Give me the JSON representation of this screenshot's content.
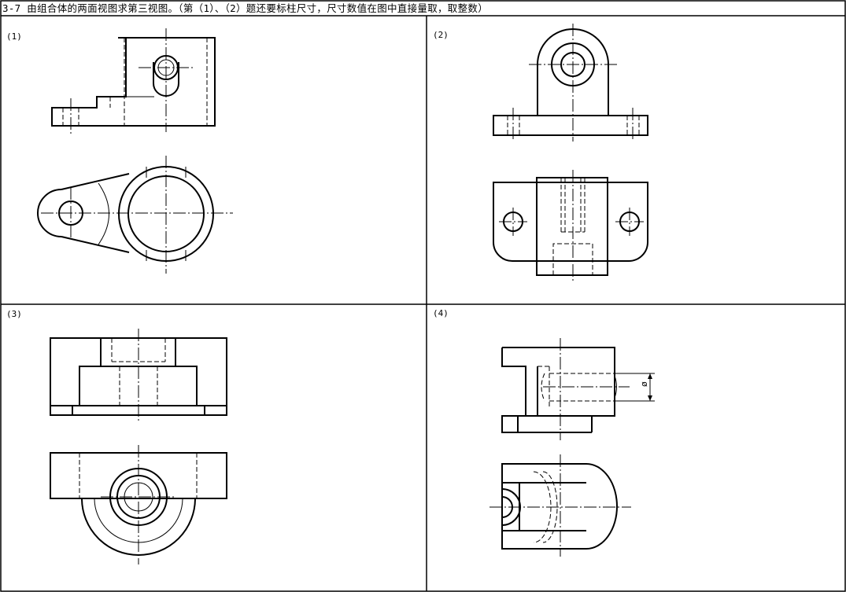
{
  "header": {
    "title": "3-7 由组合体的两面视图求第三视图。（第（1）、（2）题还要标柱尺寸，尺寸数值在图中直接量取，取整数）"
  },
  "panels": [
    {
      "label": "(1)"
    },
    {
      "label": "(2)"
    },
    {
      "label": "(3)"
    },
    {
      "label": "(4)"
    }
  ],
  "dimension": {
    "symbol": "ø"
  }
}
